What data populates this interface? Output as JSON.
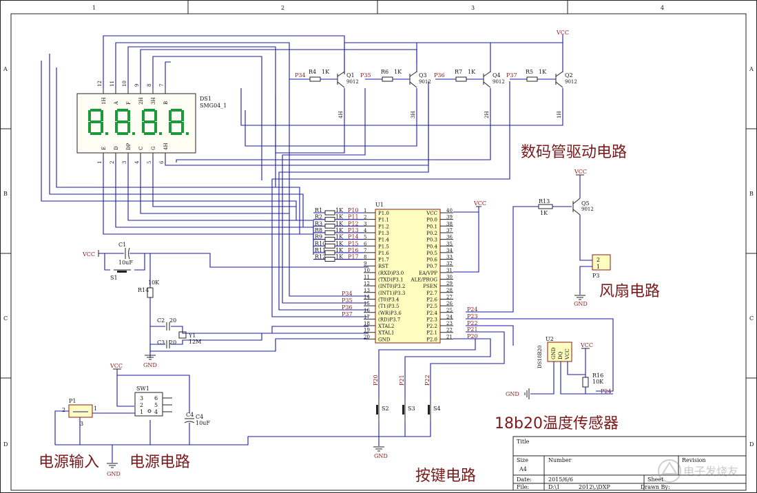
{
  "border": {
    "columns": [
      "1",
      "2",
      "3",
      "4"
    ],
    "rows": [
      "A",
      "B",
      "C",
      "D"
    ]
  },
  "sections": {
    "display_driver": "数码管驱动电路",
    "fan": "风扇电路",
    "sensor": "18b20温度传感器",
    "buttons": "按键电路",
    "power_input": "电源输入",
    "power_circuit": "电源电路"
  },
  "display": {
    "ref": "DS1",
    "model": "SMG04_1",
    "digits": "8.8.8.8.",
    "top_pins": [
      "12",
      "11",
      "10",
      "9",
      "8",
      "7"
    ],
    "top_labels": [
      "1H",
      "A",
      "F",
      "2H",
      "3H",
      "B"
    ],
    "bottom_pins": [
      "1",
      "2",
      "3",
      "4",
      "5",
      "6"
    ],
    "bottom_labels": [
      "E",
      "D",
      "DP",
      "C",
      "G",
      "4H"
    ]
  },
  "transistors": [
    {
      "ref": "Q1",
      "type": "9012",
      "base_res": "R4",
      "res_val": "1K",
      "net": "P34",
      "col_label": "4H"
    },
    {
      "ref": "Q3",
      "type": "9012",
      "base_res": "R6",
      "res_val": "1K",
      "net": "P35",
      "col_label": "3H"
    },
    {
      "ref": "Q4",
      "type": "9012",
      "base_res": "R7",
      "res_val": "1K",
      "net": "P36",
      "col_label": "2H"
    },
    {
      "ref": "Q2",
      "type": "9012",
      "base_res": "R5",
      "res_val": "1K",
      "net": "P37",
      "col_label": "1H"
    }
  ],
  "vcc": "VCC",
  "gnd": "GND",
  "mcu": {
    "ref": "U1",
    "left_pins": [
      {
        "num": "1",
        "name": "P1.0"
      },
      {
        "num": "2",
        "name": "P1.1"
      },
      {
        "num": "3",
        "name": "P1.2"
      },
      {
        "num": "4",
        "name": "P1.3"
      },
      {
        "num": "5",
        "name": "P1.4"
      },
      {
        "num": "6",
        "name": "P1.5"
      },
      {
        "num": "7",
        "name": "P1.6"
      },
      {
        "num": "8",
        "name": "P1.7"
      },
      {
        "num": "9",
        "name": "RST"
      },
      {
        "num": "10",
        "name": "(RXD)P3.0"
      },
      {
        "num": "11",
        "name": "(TXD)P3.1"
      },
      {
        "num": "12",
        "name": "(INT0)P3.2"
      },
      {
        "num": "13",
        "name": "(INT1)P3.3"
      },
      {
        "num": "14",
        "name": "(T0)P3.4"
      },
      {
        "num": "15",
        "name": "(T1)P3.5"
      },
      {
        "num": "16",
        "name": "(WR)P3.6"
      },
      {
        "num": "17",
        "name": "(RD)P3.7"
      },
      {
        "num": "18",
        "name": "XTAL2"
      },
      {
        "num": "19",
        "name": "XTAL1"
      },
      {
        "num": "20",
        "name": "GND"
      }
    ],
    "right_pins": [
      {
        "num": "40",
        "name": "VCC"
      },
      {
        "num": "39",
        "name": "P0.0"
      },
      {
        "num": "38",
        "name": "P0.1"
      },
      {
        "num": "37",
        "name": "P0.2"
      },
      {
        "num": "36",
        "name": "P0.3"
      },
      {
        "num": "35",
        "name": "P0.4"
      },
      {
        "num": "34",
        "name": "P0.5"
      },
      {
        "num": "33",
        "name": "P0.6"
      },
      {
        "num": "32",
        "name": "P0.7"
      },
      {
        "num": "31",
        "name": "EA/VPP"
      },
      {
        "num": "30",
        "name": "ALE/PROG"
      },
      {
        "num": "29",
        "name": "PSEN"
      },
      {
        "num": "28",
        "name": "P2.7"
      },
      {
        "num": "27",
        "name": "P2.6"
      },
      {
        "num": "26",
        "name": "P2.5"
      },
      {
        "num": "25",
        "name": "P2.4"
      },
      {
        "num": "24",
        "name": "P2.3"
      },
      {
        "num": "23",
        "name": "P2.2"
      },
      {
        "num": "22",
        "name": "P2.1"
      },
      {
        "num": "21",
        "name": "P2.0"
      }
    ]
  },
  "seg_resistors": [
    {
      "ref": "R1",
      "val": "1K",
      "net": "P10"
    },
    {
      "ref": "R2",
      "val": "1K",
      "net": "P11"
    },
    {
      "ref": "R3",
      "val": "1K",
      "net": "P12"
    },
    {
      "ref": "R8",
      "val": "1K",
      "net": "P13"
    },
    {
      "ref": "R9",
      "val": "1K",
      "net": "P14"
    },
    {
      "ref": "R10",
      "val": "1K",
      "net": "P15"
    },
    {
      "ref": "R11",
      "val": "1K",
      "net": "P16"
    },
    {
      "ref": "R12",
      "val": "1K",
      "net": "P17"
    }
  ],
  "p3_nets": [
    "P34",
    "P35",
    "P36",
    "P37"
  ],
  "p2_nets": [
    "P24",
    "P23",
    "P22",
    "P21",
    "P20"
  ],
  "reset": {
    "cap": "C1",
    "cap_val": "10uF",
    "switch": "S1",
    "res": "R14",
    "res_val": "10K"
  },
  "crystal": {
    "c2": "C2",
    "c2_val": "20",
    "c3": "C3",
    "c3_val": "20",
    "ref": "Y1",
    "val": "12M"
  },
  "fan": {
    "res": "R13",
    "res_val": "1K",
    "q": "Q5",
    "q_type": "9012",
    "conn": "P3",
    "pins": [
      "2",
      "1"
    ]
  },
  "sensor": {
    "ref": "U2",
    "part": "DS18B20",
    "pins": [
      "GND",
      "DQ",
      "VCC"
    ],
    "res": "R16",
    "res_val": "10K",
    "net": "P24"
  },
  "buttons": [
    {
      "ref": "S2",
      "net": "P20"
    },
    {
      "ref": "S3",
      "net": "P21"
    },
    {
      "ref": "S4",
      "net": "P22"
    }
  ],
  "power": {
    "jack": "P1",
    "jack_pins": [
      "2",
      "1",
      "3"
    ],
    "switch": "SW1",
    "sw_pins": [
      "3",
      "6",
      "2",
      "5",
      "1",
      "4"
    ],
    "cap": "C4",
    "cap_val": "10uF"
  },
  "title_block": {
    "title": "Title",
    "size_label": "Size",
    "size": "A4",
    "number_label": "Number",
    "revision_label": "Revision",
    "date_label": "Date:",
    "date": "2015/6/6",
    "file_label": "File:",
    "file": "D:\\1",
    "path": "2012\\.\\DXP",
    "sheet_label": "Sheet",
    "drawn_label": "Drawn By:"
  },
  "watermark": "电子发烧友"
}
